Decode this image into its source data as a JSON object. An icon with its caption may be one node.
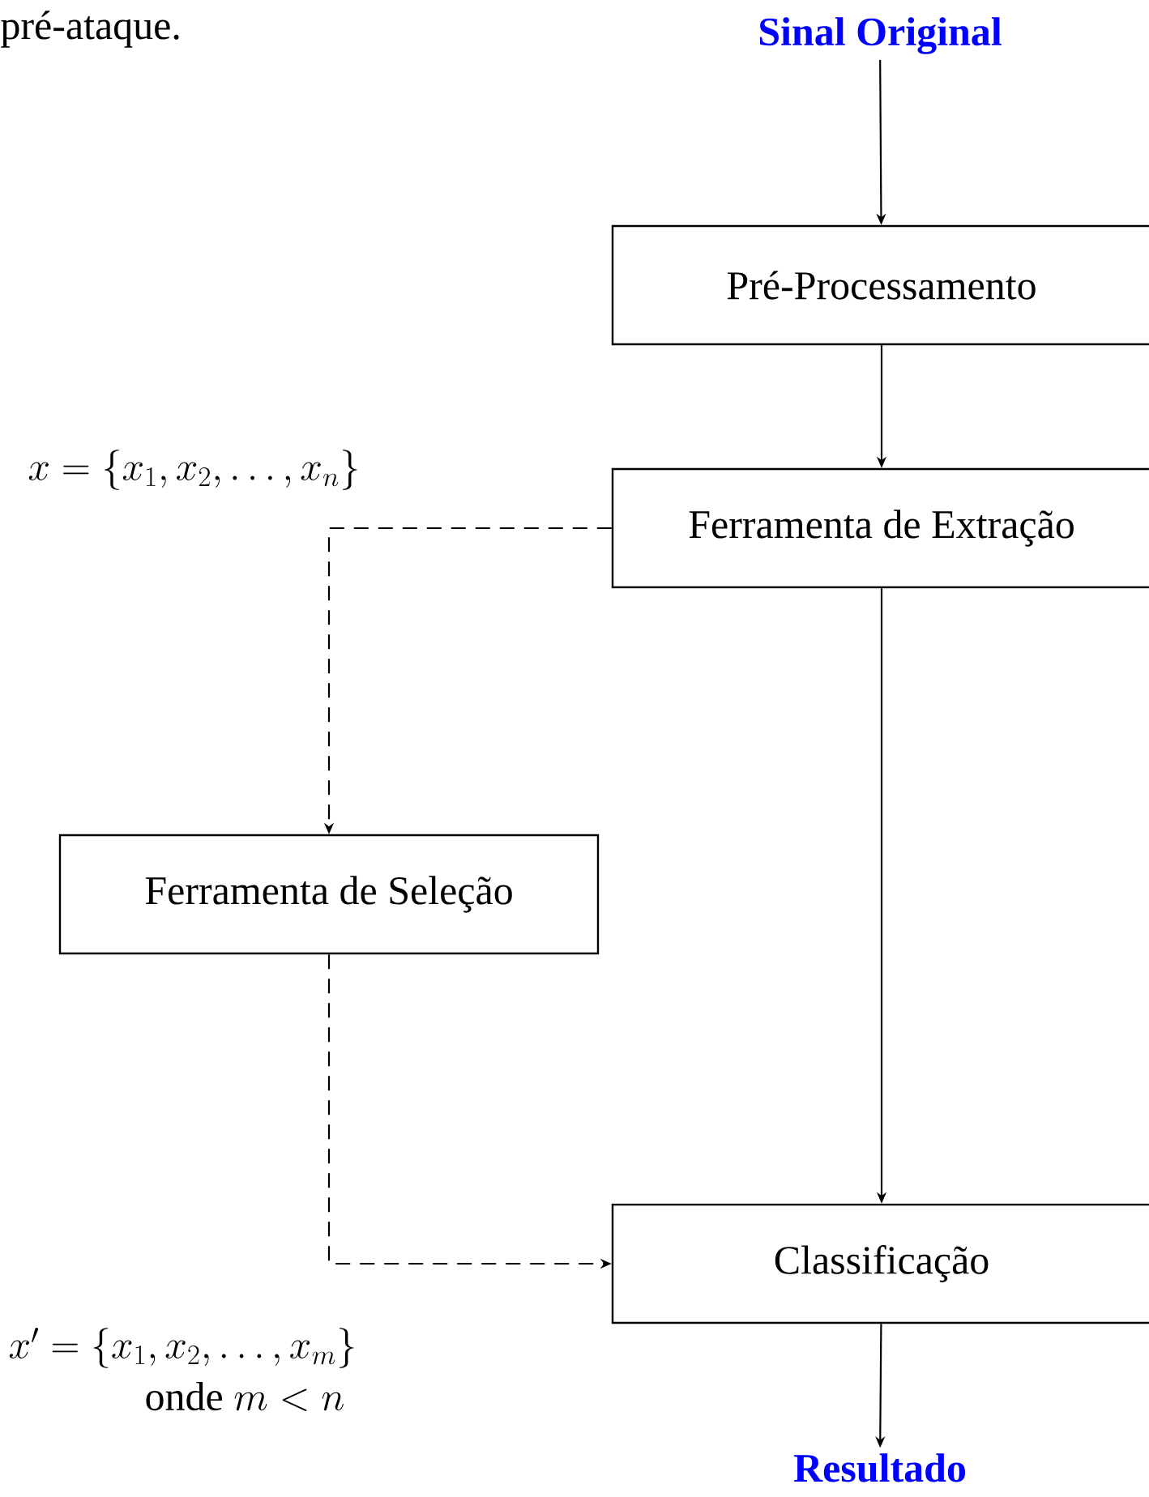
{
  "diagram": {
    "nodes": [
      {
        "text": [
          "Sinal Original"
        ]
      },
      {
        "text": [
          "Pré-Processamento"
        ]
      },
      {
        "text": [
          "Ferramenta de Extração"
        ]
      },
      {
        "text": [
          "Ferramenta de Seleção"
        ]
      },
      {
        "text": [
          "Classificação"
        ]
      },
      {
        "text": [
          "Resultado"
        ]
      }
    ],
    "edges": [
      {
        "from": 0,
        "to": 1,
        "arrow": "to"
      },
      {
        "from": 1,
        "to": 2,
        "arrow": "to"
      },
      {
        "from": 2,
        "to": 4,
        "arrow": "to"
      },
      {
        "from": 2,
        "to": 3,
        "arrow": "to",
        "style": "dashed"
      },
      {
        "from": 3,
        "to": 4,
        "arrow": "to",
        "style": "dashed"
      },
      {
        "from": 4,
        "to": 5,
        "arrow": "to"
      }
    ],
    "labels": [
      "pré-ataque.",
      "x = \\{x_1, x_2, \\ldots, x_n\\}",
      "x' = \\{x_1, x_2, \\ldots, x_m\\}",
      "\\mathrm{onde}\\ m < n"
    ]
  }
}
